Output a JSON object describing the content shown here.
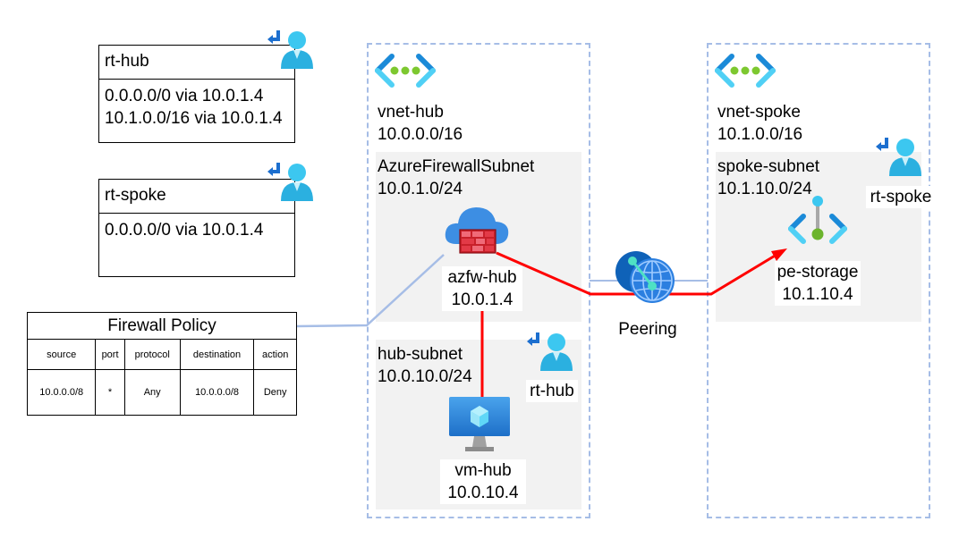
{
  "route_tables": {
    "rt_hub": {
      "title": "rt-hub",
      "routes": [
        "0.0.0.0/0 via 10.0.1.4",
        "10.1.0.0/16 via 10.0.1.4"
      ]
    },
    "rt_spoke": {
      "title": "rt-spoke",
      "routes": [
        "0.0.0.0/0 via 10.0.1.4"
      ]
    }
  },
  "firewall_policy": {
    "title": "Firewall Policy",
    "columns": [
      "source",
      "port",
      "protocol",
      "destination",
      "action"
    ],
    "rows": [
      [
        "10.0.0.0/8",
        "*",
        "Any",
        "10.0.0.0/8",
        "Deny"
      ]
    ]
  },
  "vnet_hub": {
    "name": "vnet-hub",
    "cidr": "10.0.0.0/16",
    "firewall_subnet": {
      "name": "AzureFirewallSubnet",
      "cidr": "10.0.1.0/24"
    },
    "firewall": {
      "name": "azfw-hub",
      "ip": "10.0.1.4"
    },
    "hub_subnet": {
      "name": "hub-subnet",
      "cidr": "10.0.10.0/24",
      "route_table_label": "rt-hub"
    },
    "vm": {
      "name": "vm-hub",
      "ip": "10.0.10.4"
    }
  },
  "peering": {
    "label": "Peering"
  },
  "vnet_spoke": {
    "name": "vnet-spoke",
    "cidr": "10.1.0.0/16",
    "spoke_subnet": {
      "name": "spoke-subnet",
      "cidr": "10.1.10.0/24",
      "route_table_label": "rt-spoke"
    },
    "private_endpoint": {
      "name": "pe-storage",
      "ip": "10.1.10.4"
    }
  },
  "colors": {
    "traffic_path": "#ff0000",
    "association_line": "#a6bde6",
    "vnet_border": "#a6bde6",
    "subnet_fill": "#f2f2f2"
  }
}
